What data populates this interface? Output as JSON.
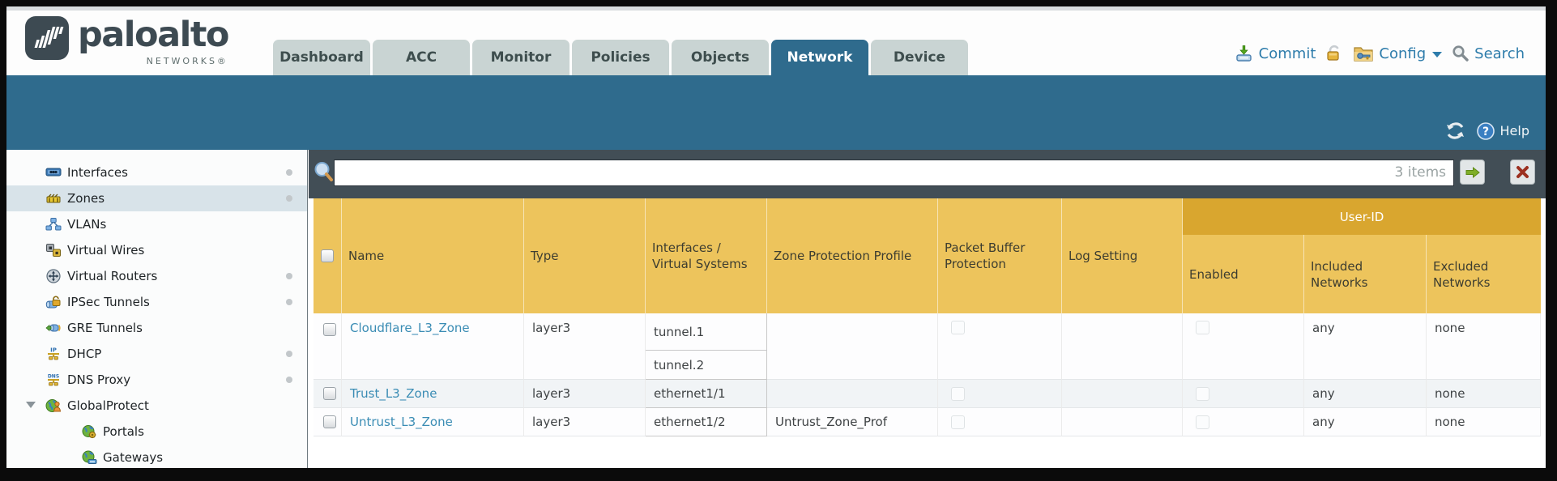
{
  "brand": {
    "name": "paloalto",
    "sub": "NETWORKS®"
  },
  "nav": {
    "tabs": [
      {
        "label": "Dashboard",
        "active": false
      },
      {
        "label": "ACC",
        "active": false
      },
      {
        "label": "Monitor",
        "active": false
      },
      {
        "label": "Policies",
        "active": false
      },
      {
        "label": "Objects",
        "active": false
      },
      {
        "label": "Network",
        "active": true
      },
      {
        "label": "Device",
        "active": false
      }
    ]
  },
  "actions": {
    "commit": "Commit",
    "config": "Config",
    "search": "Search"
  },
  "toolbar": {
    "help": "Help"
  },
  "sidebar": {
    "items": [
      {
        "label": "Interfaces",
        "icon": "interfaces-icon",
        "dot": true
      },
      {
        "label": "Zones",
        "icon": "zones-icon",
        "dot": true,
        "selected": true
      },
      {
        "label": "VLANs",
        "icon": "vlans-icon"
      },
      {
        "label": "Virtual Wires",
        "icon": "virtual-wires-icon"
      },
      {
        "label": "Virtual Routers",
        "icon": "virtual-routers-icon",
        "dot": true
      },
      {
        "label": "IPSec Tunnels",
        "icon": "ipsec-tunnels-icon",
        "dot": true
      },
      {
        "label": "GRE Tunnels",
        "icon": "gre-tunnels-icon"
      },
      {
        "label": "DHCP",
        "icon": "dhcp-icon",
        "dot": true
      },
      {
        "label": "DNS Proxy",
        "icon": "dns-proxy-icon",
        "dot": true
      },
      {
        "label": "GlobalProtect",
        "icon": "globalprotect-icon",
        "expanded": true
      },
      {
        "label": "Portals",
        "icon": "portals-icon",
        "child": true
      },
      {
        "label": "Gateways",
        "icon": "gateways-icon",
        "child": true
      }
    ]
  },
  "filterbar": {
    "value": "",
    "count": "3 items"
  },
  "table": {
    "group_header": "User-ID",
    "columns": [
      "Name",
      "Type",
      "Interfaces / Virtual Systems",
      "Zone Protection Profile",
      "Packet Buffer Protection",
      "Log Setting",
      "Enabled",
      "Included Networks",
      "Excluded Networks"
    ],
    "rows": [
      {
        "name": "Cloudflare_L3_Zone",
        "type": "layer3",
        "interfaces": [
          "tunnel.1",
          "tunnel.2"
        ],
        "zone_protection_profile": "",
        "log_setting": "",
        "included_networks": "any",
        "excluded_networks": "none"
      },
      {
        "name": "Trust_L3_Zone",
        "type": "layer3",
        "interfaces": [
          "ethernet1/1"
        ],
        "zone_protection_profile": "",
        "log_setting": "",
        "included_networks": "any",
        "excluded_networks": "none"
      },
      {
        "name": "Untrust_L3_Zone",
        "type": "layer3",
        "interfaces": [
          "ethernet1/2"
        ],
        "zone_protection_profile": "Untrust_Zone_Prof",
        "log_setting": "",
        "included_networks": "any",
        "excluded_networks": "none"
      }
    ]
  },
  "colors": {
    "accent_teal": "#2f6b8d",
    "header_gold": "#edc45c",
    "header_gold_dark": "#d9a62f",
    "link_blue": "#3a8cb4",
    "action_blue": "#2d7cab",
    "strip_slate": "#424e56"
  }
}
